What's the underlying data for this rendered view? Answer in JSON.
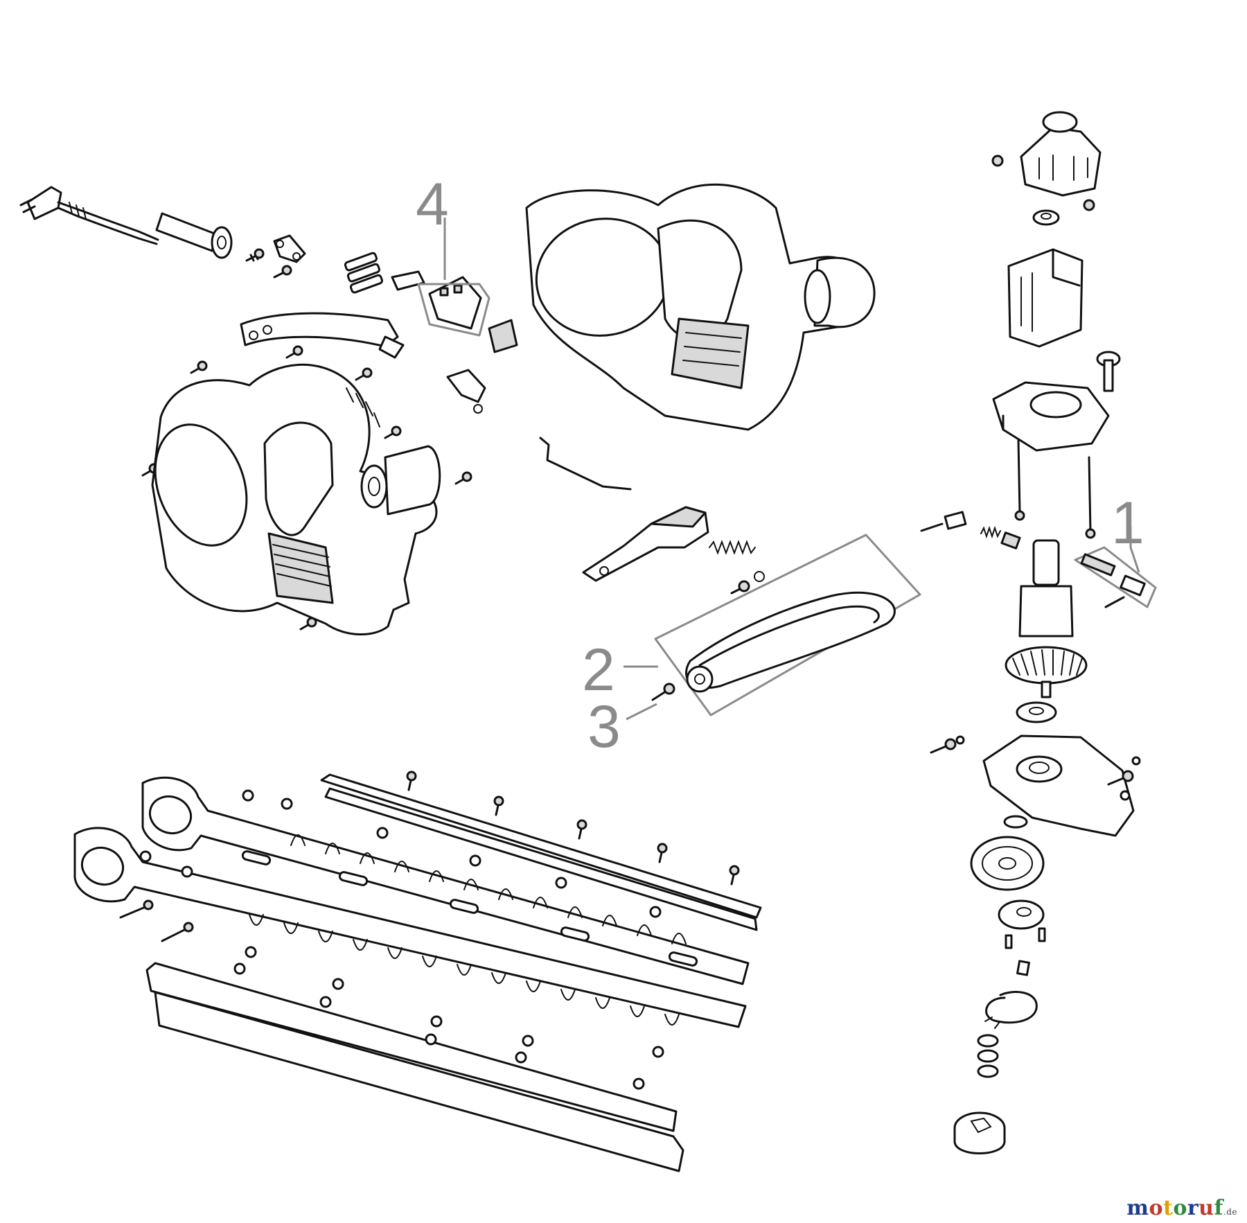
{
  "diagram": {
    "callouts": [
      {
        "id": "1",
        "label": "1"
      },
      {
        "id": "2",
        "label": "2"
      },
      {
        "id": "3",
        "label": "3"
      },
      {
        "id": "4",
        "label": "4"
      }
    ]
  },
  "watermark": {
    "brand": "motoruf",
    "suffix": ".de",
    "colors": [
      "#1f3b8f",
      "#c0392b",
      "#e0a100",
      "#2e8b3e",
      "#1f3b8f",
      "#c0392b",
      "#2e8b3e"
    ]
  }
}
